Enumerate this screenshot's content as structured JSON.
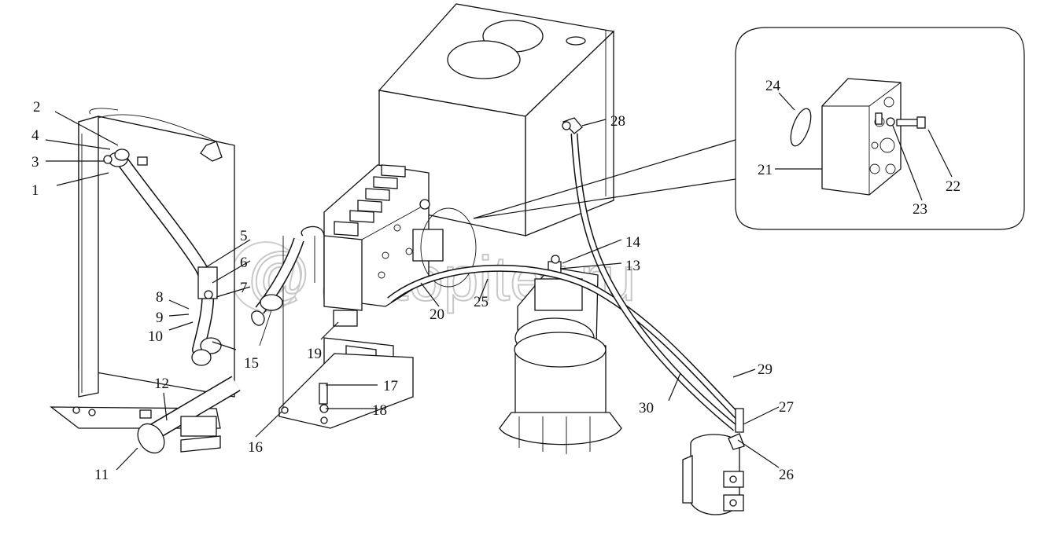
{
  "watermark": {
    "text": "autopiter.ru",
    "symbol": "@"
  },
  "corner_mark": "",
  "labels": [
    {
      "id": "1",
      "text": "1"
    },
    {
      "id": "2",
      "text": "2"
    },
    {
      "id": "3",
      "text": "3"
    },
    {
      "id": "4",
      "text": "4"
    },
    {
      "id": "5",
      "text": "5"
    },
    {
      "id": "6",
      "text": "6"
    },
    {
      "id": "7",
      "text": "7"
    },
    {
      "id": "8",
      "text": "8"
    },
    {
      "id": "9",
      "text": "9"
    },
    {
      "id": "10",
      "text": "10"
    },
    {
      "id": "11",
      "text": "11"
    },
    {
      "id": "12",
      "text": "12"
    },
    {
      "id": "13",
      "text": "13"
    },
    {
      "id": "14",
      "text": "14"
    },
    {
      "id": "15",
      "text": "15"
    },
    {
      "id": "16",
      "text": "16"
    },
    {
      "id": "17",
      "text": "17"
    },
    {
      "id": "18",
      "text": "18"
    },
    {
      "id": "19",
      "text": "19"
    },
    {
      "id": "20",
      "text": "20"
    },
    {
      "id": "21",
      "text": "21"
    },
    {
      "id": "22",
      "text": "22"
    },
    {
      "id": "23",
      "text": "23"
    },
    {
      "id": "24",
      "text": "24"
    },
    {
      "id": "25",
      "text": "25"
    },
    {
      "id": "26",
      "text": "26"
    },
    {
      "id": "27",
      "text": "27"
    },
    {
      "id": "28",
      "text": "28"
    },
    {
      "id": "29",
      "text": "29"
    },
    {
      "id": "30",
      "text": "30"
    }
  ]
}
